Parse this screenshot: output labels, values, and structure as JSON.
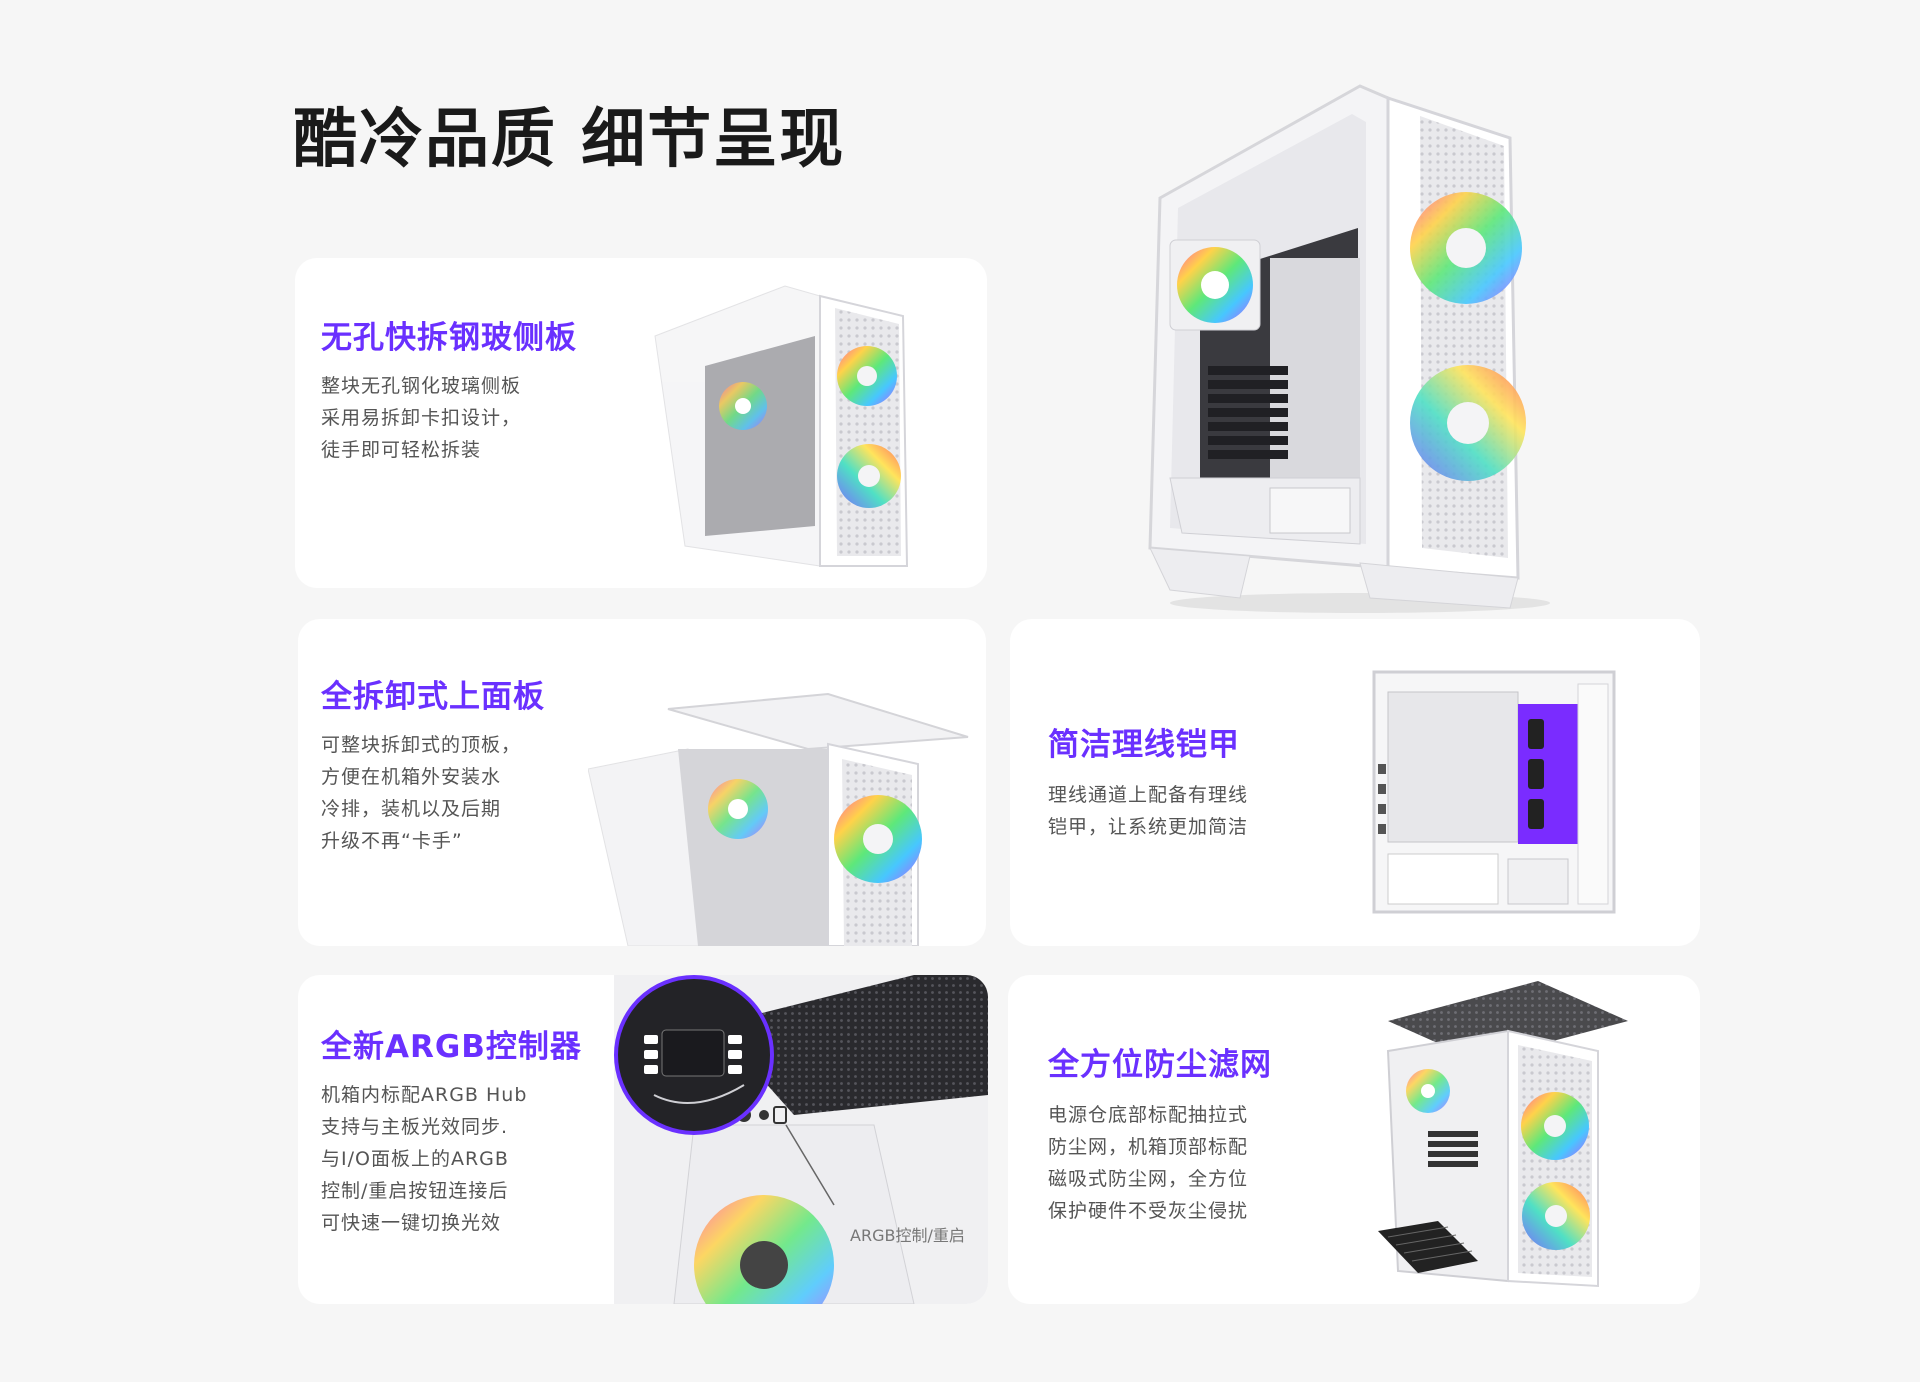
{
  "page": {
    "title": "酷冷品质 细节呈现"
  },
  "colors": {
    "accent": "#6a30ff",
    "background": "#f6f6f6",
    "card": "#ffffff",
    "text": "#555555"
  },
  "cards": [
    {
      "title": "无孔快拆钢玻侧板",
      "lines": [
        "整块无孔钢化玻璃侧板",
        "采用易拆卸卡扣设计，",
        "徒手即可轻松拆装"
      ],
      "image": "pc-case-side-panel-open"
    },
    {
      "title": "全拆卸式上面板",
      "lines": [
        "可整块拆卸式的顶板，",
        "方便在机箱外安装水",
        "冷排，装机以及后期",
        "升级不再“卡手”"
      ],
      "image": "pc-case-top-panel-removed"
    },
    {
      "title": "简洁理线铠甲",
      "lines": [
        "理线通道上配备有理线",
        "铠甲，让系统更加简洁"
      ],
      "image": "pc-case-cable-cover"
    },
    {
      "title": "全新ARGB控制器",
      "lines": [
        "机箱内标配ARGB Hub",
        "支持与主板光效同步.",
        "与I/O面板上的ARGB",
        "控制/重启按钮连接后",
        "可快速一键切换光效"
      ],
      "image": "argb-controller-closeup",
      "callout": "ARGB控制/重启"
    },
    {
      "title": "全方位防尘滤网",
      "lines": [
        "电源仓底部标配抽拉式",
        "防尘网，机箱顶部标配",
        "磁吸式防尘网，全方位",
        "保护硬件不受灰尘侵扰"
      ],
      "image": "pc-case-dust-filters"
    }
  ],
  "hero": {
    "image": "white-pc-case-hero"
  }
}
